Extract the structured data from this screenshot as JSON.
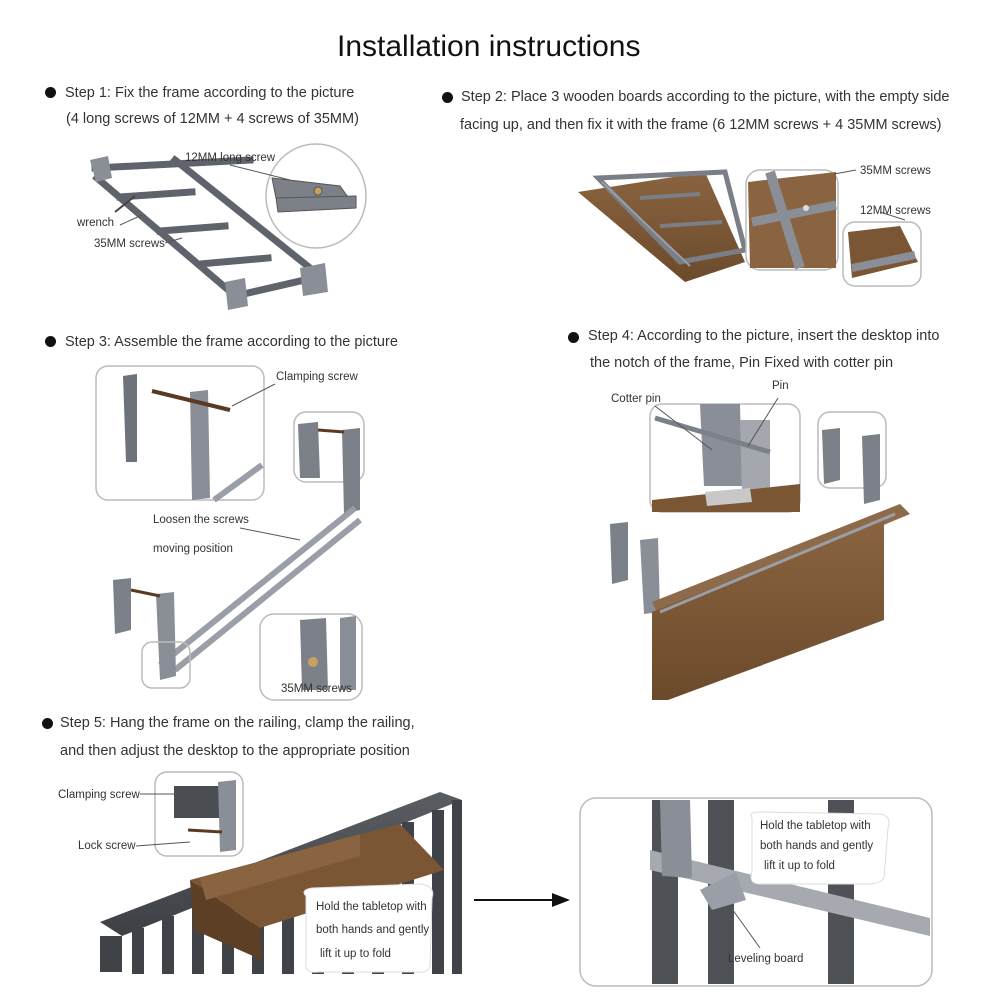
{
  "title": "Installation instructions",
  "steps": {
    "s1": {
      "line1": "Step 1: Fix the frame according to the picture",
      "line2": "(4 long screws of 12MM + 4 screws of 35MM)"
    },
    "s2": {
      "line1": "Step 2: Place 3 wooden boards according to the picture, with the empty side",
      "line2": "facing up, and then fix it with the frame (6 12MM screws + 4 35MM screws)"
    },
    "s3": {
      "line1": "Step 3: Assemble the frame according to the picture"
    },
    "s4": {
      "line1": "Step 4: According to the picture, insert the desktop into",
      "line2": "the notch of the frame, Pin Fixed with cotter pin"
    },
    "s5": {
      "line1": "Step 5: Hang the frame on the railing, clamp the railing,",
      "line2": "and then adjust the desktop to the appropriate position"
    }
  },
  "labels": {
    "long_screw_12mm": "12MM long screw",
    "wrench": "wrench",
    "screws_35mm_s1": "35MM screws",
    "screws_35mm_s2": "35MM screws",
    "screws_12mm_s2": "12MM screws",
    "clamping_screw_s3": "Clamping screw",
    "loosen_screws": "Loosen the screws",
    "moving_position": "moving position",
    "screws_35mm_s3": "35MM screws",
    "cotter_pin": "Cotter pin",
    "pin": "Pin",
    "clamping_screw_s5": "Clamping screw",
    "lock_screw": "Lock screw",
    "hold1_l1": "Hold the tabletop with",
    "hold1_l2": "both hands and gently",
    "hold1_l3": "lift it up to fold",
    "hold2_l1": "Hold the tabletop with",
    "hold2_l2": "both hands and gently",
    "hold2_l3": "lift it up to fold",
    "leveling_board": "Leveling board"
  },
  "colors": {
    "frame": "#6e727a",
    "frame_light": "#a9adb4",
    "wood": "#7a5634",
    "wood_dark": "#5c3f24",
    "rail": "#4e5156",
    "inset_border": "#b9b9b9"
  }
}
